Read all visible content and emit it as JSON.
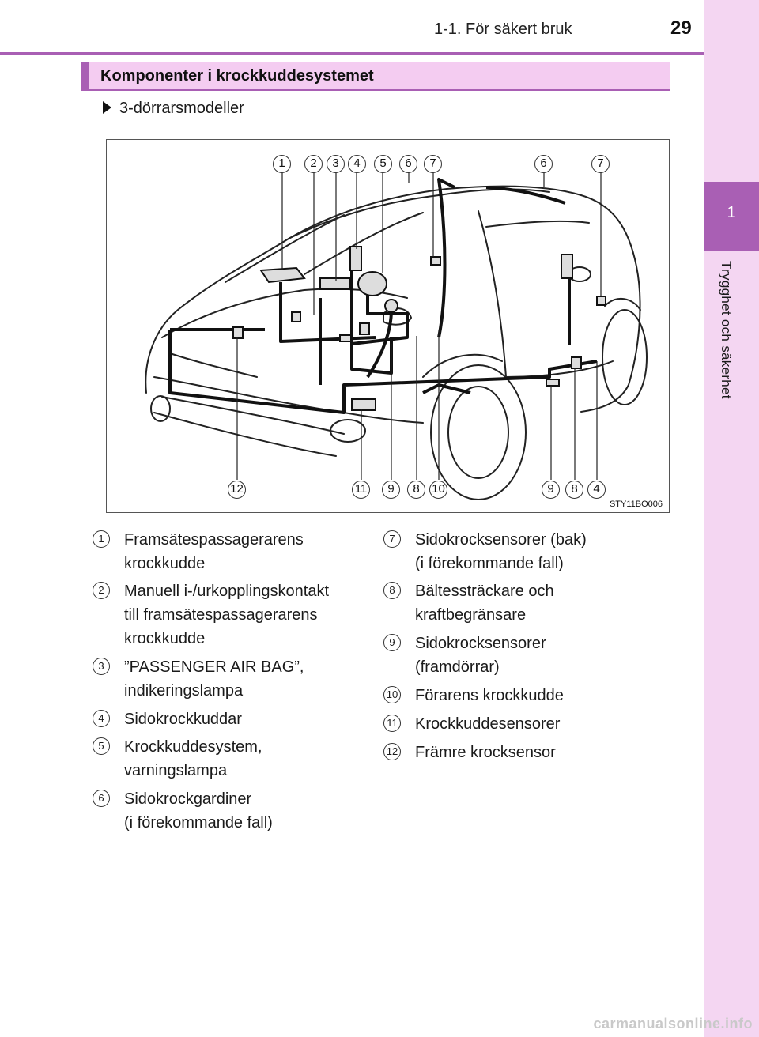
{
  "header": {
    "section": "1-1. För säkert bruk",
    "page_number": "29"
  },
  "side_tab": {
    "chapter": "1",
    "title": "Trygghet och säkerhet"
  },
  "banner": {
    "title": "Komponenter i krockkuddesystemet"
  },
  "model": {
    "label": "3-dörrarsmodeller"
  },
  "figure": {
    "code": "STY11BO006",
    "callouts_top": [
      "1",
      "2",
      "3",
      "4",
      "5",
      "6",
      "7",
      "6",
      "7"
    ],
    "callouts_bottom": [
      "12",
      "11",
      "9",
      "8",
      "10",
      "9",
      "8",
      "4"
    ]
  },
  "legend": [
    {
      "num": "1",
      "text": "Framsätespassagerarens\nkrockkudde"
    },
    {
      "num": "2",
      "text": "Manuell i-/urkopplingskontakt\ntill framsätespassagerarens\nkrockkudde"
    },
    {
      "num": "3",
      "text": "”PASSENGER AIR BAG”,\nindikeringslampa"
    },
    {
      "num": "4",
      "text": "Sidokrockkuddar"
    },
    {
      "num": "5",
      "text": "Krockkuddesystem,\nvarningslampa"
    },
    {
      "num": "6",
      "text": "Sidokrockgardiner\n(i förekommande fall)"
    },
    {
      "num": "7",
      "text": "Sidokrocksensorer (bak)\n(i förekommande fall)"
    },
    {
      "num": "8",
      "text": "Bältessträckare och\nkraftbegränsare"
    },
    {
      "num": "9",
      "text": "Sidokrocksensorer\n(framdörrar)"
    },
    {
      "num": "10",
      "text": "Förarens krockkudde"
    },
    {
      "num": "11",
      "text": "Krockkuddesensorer"
    },
    {
      "num": "12",
      "text": "Främre krocksensor"
    }
  ],
  "watermark": "carmanualsonline.info"
}
